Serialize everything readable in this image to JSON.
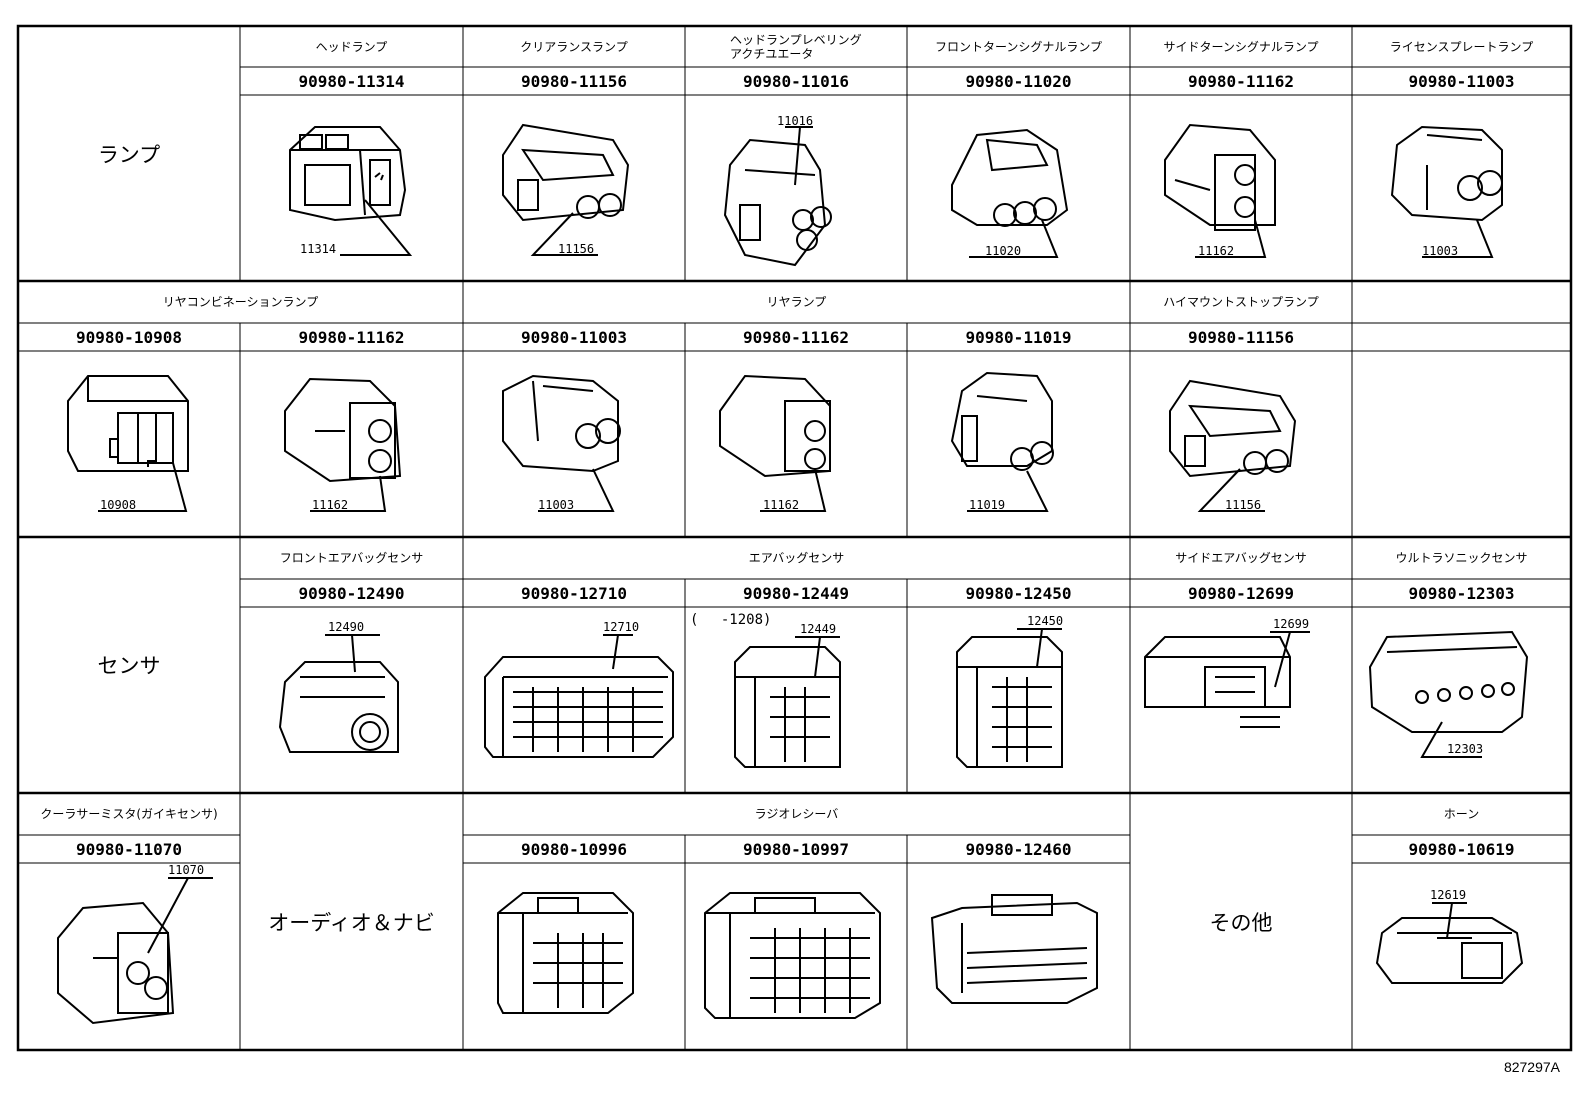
{
  "sections": [
    {
      "category": "ランプ",
      "items": [
        {
          "header": "ヘッドランプ",
          "part": "90980-11314",
          "code": "11314"
        },
        {
          "header": "クリアランスランプ",
          "part": "90980-11156",
          "code": "11156"
        },
        {
          "header": "ヘッドランプレベリング\nアクチユエータ",
          "part": "90980-11016",
          "code": "11016"
        },
        {
          "header": "フロントターンシグナルランプ",
          "part": "90980-11020",
          "code": "11020"
        },
        {
          "header": "サイドターンシグナルランプ",
          "part": "90980-11162",
          "code": "11162"
        },
        {
          "header": "ライセンスプレートランプ",
          "part": "90980-11003",
          "code": "11003"
        }
      ]
    },
    {
      "groups": [
        "リヤコンビネーションランプ",
        "リヤランプ",
        "ハイマウントストップランプ"
      ],
      "items": [
        {
          "part": "90980-10908",
          "code": "10908"
        },
        {
          "part": "90980-11162",
          "code": "11162"
        },
        {
          "part": "90980-11003",
          "code": "11003"
        },
        {
          "part": "90980-11162",
          "code": "11162"
        },
        {
          "part": "90980-11019",
          "code": "11019"
        },
        {
          "part": "90980-11156",
          "code": "11156"
        }
      ]
    },
    {
      "category": "センサ",
      "groups": [
        "フロントエアバッグセンサ",
        "エアバッグセンサ",
        "サイドエアバッグセンサ",
        "ウルトラソニックセンサ"
      ],
      "note": "(　 -1208)",
      "items": [
        {
          "part": "90980-12490",
          "code": "12490"
        },
        {
          "part": "90980-12710",
          "code": "12710"
        },
        {
          "part": "90980-12449",
          "code": "12449"
        },
        {
          "part": "90980-12450",
          "code": "12450"
        },
        {
          "part": "90980-12699",
          "code": "12699"
        },
        {
          "part": "90980-12303",
          "code": "12303"
        }
      ]
    },
    {
      "groups": [
        "クーラサーミスタ(ガイキセンサ)",
        "ラジオレシーバ",
        "ホーン"
      ],
      "audio_label": "オーディオ＆ナビ",
      "other_label": "その他",
      "items": [
        {
          "part": "90980-11070",
          "code": "11070"
        },
        {
          "part": "90980-10996",
          "code": ""
        },
        {
          "part": "90980-10997",
          "code": ""
        },
        {
          "part": "90980-12460",
          "code": ""
        },
        {
          "part": "90980-10619",
          "code": "12619"
        }
      ]
    }
  ],
  "footer": "827297A"
}
